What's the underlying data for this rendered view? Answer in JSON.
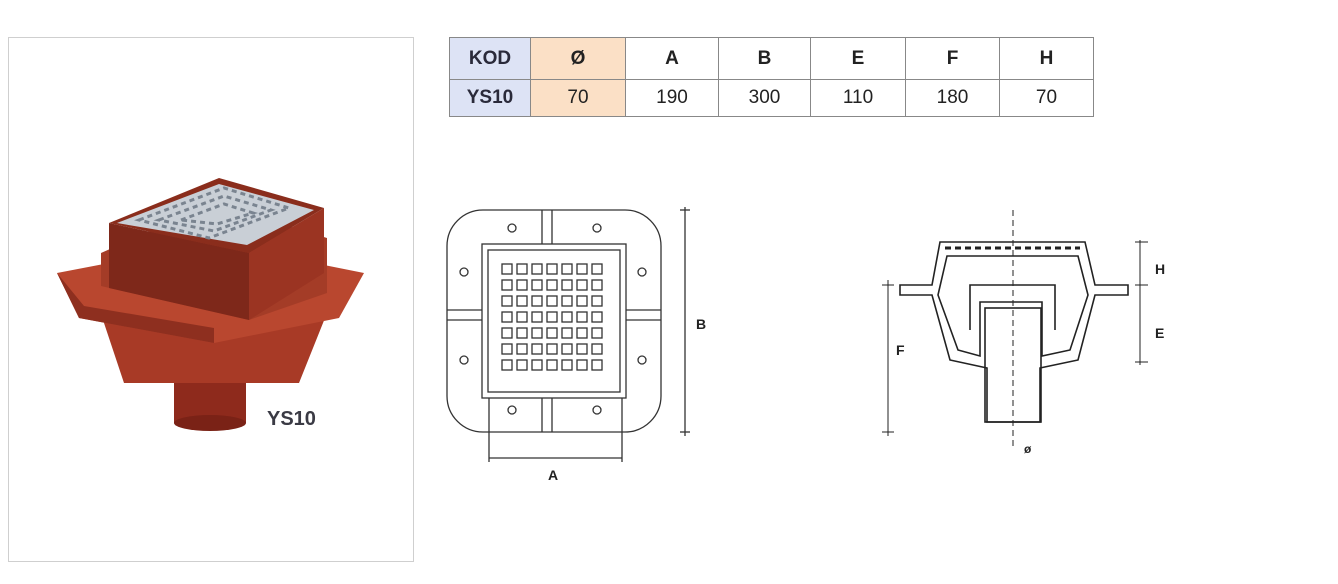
{
  "product": {
    "code_label": "YS10"
  },
  "spec_table": {
    "headers": [
      "KOD",
      "Ø",
      "A",
      "B",
      "E",
      "F",
      "H"
    ],
    "row": [
      "YS10",
      "70",
      "190",
      "300",
      "110",
      "180",
      "70"
    ]
  },
  "plan_drawing": {
    "dim_a": "A",
    "dim_b": "B"
  },
  "section_drawing": {
    "dim_h": "H",
    "dim_e": "E",
    "dim_f": "F",
    "dim_dia": "ø"
  }
}
